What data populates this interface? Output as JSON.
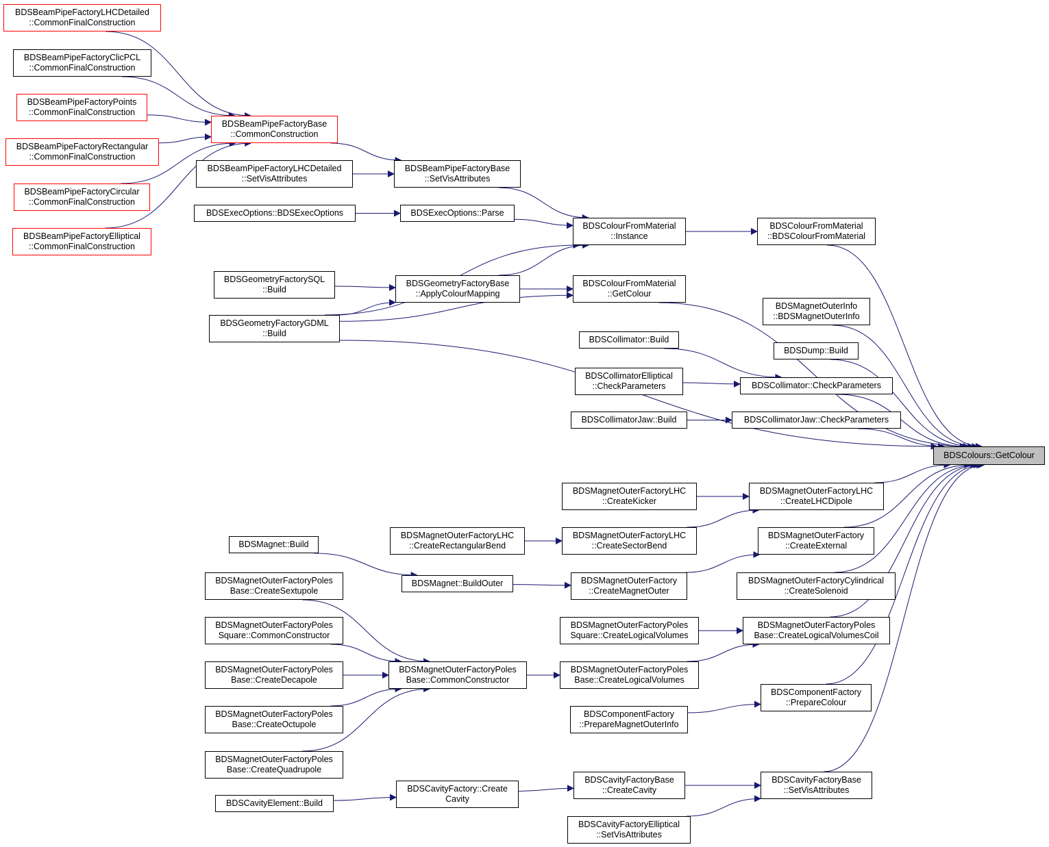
{
  "diagram": {
    "root": "GetColour",
    "colors": {
      "edge": "#191970",
      "node_border": "#000000",
      "truncated_node_border": "#ff0000",
      "root_fill": "#bfbfbf"
    },
    "nodes": {
      "lhcdet_cfc": {
        "lines": [
          "BDSBeamPipeFactoryLHCDetailed",
          "::CommonFinalConstruction"
        ]
      },
      "clicpcl_cfc": {
        "lines": [
          "BDSBeamPipeFactoryClicPCL",
          "::CommonFinalConstruction"
        ]
      },
      "points_cfc": {
        "lines": [
          "BDSBeamPipeFactoryPoints",
          "::CommonFinalConstruction"
        ]
      },
      "rect_cfc": {
        "lines": [
          "BDSBeamPipeFactoryRectangular",
          "::CommonFinalConstruction"
        ]
      },
      "circ_cfc": {
        "lines": [
          "BDSBeamPipeFactoryCircular",
          "::CommonFinalConstruction"
        ]
      },
      "ellip_cfc": {
        "lines": [
          "BDSBeamPipeFactoryElliptical",
          "::CommonFinalConstruction"
        ]
      },
      "bpbase_cc": {
        "lines": [
          "BDSBeamPipeFactoryBase",
          "::CommonConstruction"
        ]
      },
      "lhcdet_sva": {
        "lines": [
          "BDSBeamPipeFactoryLHCDetailed",
          "::SetVisAttributes"
        ]
      },
      "bpbase_sva": {
        "lines": [
          "BDSBeamPipeFactoryBase",
          "::SetVisAttributes"
        ]
      },
      "execopt_ctor": {
        "lines": [
          "BDSExecOptions::BDSExecOptions"
        ]
      },
      "execopt_parse": {
        "lines": [
          "BDSExecOptions::Parse"
        ]
      },
      "cfm_instance": {
        "lines": [
          "BDSColourFromMaterial",
          "::Instance"
        ]
      },
      "cfm_ctor": {
        "lines": [
          "BDSColourFromMaterial",
          "::BDSColourFromMaterial"
        ]
      },
      "geosql_build": {
        "lines": [
          "BDSGeometryFactorySQL",
          "::Build"
        ]
      },
      "geobase_acm": {
        "lines": [
          "BDSGeometryFactoryBase",
          "::ApplyColourMapping"
        ]
      },
      "cfm_getcolour": {
        "lines": [
          "BDSColourFromMaterial",
          "::GetColour"
        ]
      },
      "gdml_build": {
        "lines": [
          "BDSGeometryFactoryGDML",
          "::Build"
        ]
      },
      "moi_ctor": {
        "lines": [
          "BDSMagnetOuterInfo",
          "::BDSMagnetOuterInfo"
        ]
      },
      "coll_build": {
        "lines": [
          "BDSCollimator::Build"
        ]
      },
      "dump_build": {
        "lines": [
          "BDSDump::Build"
        ]
      },
      "collell_cp": {
        "lines": [
          "BDSCollimatorElliptical",
          "::CheckParameters"
        ]
      },
      "coll_cp": {
        "lines": [
          "BDSCollimator::CheckParameters"
        ]
      },
      "colljaw_build": {
        "lines": [
          "BDSCollimatorJaw::Build"
        ]
      },
      "colljaw_cp": {
        "lines": [
          "BDSCollimatorJaw::CheckParameters"
        ]
      },
      "getcolour": {
        "lines": [
          "BDSColours::GetColour"
        ]
      },
      "molhc_kicker": {
        "lines": [
          "BDSMagnetOuterFactoryLHC",
          "::CreateKicker"
        ]
      },
      "molhc_dipole": {
        "lines": [
          "BDSMagnetOuterFactoryLHC",
          "::CreateLHCDipole"
        ]
      },
      "molhc_rbend": {
        "lines": [
          "BDSMagnetOuterFactoryLHC",
          "::CreateRectangularBend"
        ]
      },
      "molhc_sbend": {
        "lines": [
          "BDSMagnetOuterFactoryLHC",
          "::CreateSectorBend"
        ]
      },
      "mof_external": {
        "lines": [
          "BDSMagnetOuterFactory",
          "::CreateExternal"
        ]
      },
      "magnet_build": {
        "lines": [
          "BDSMagnet::Build"
        ]
      },
      "magnet_bouter": {
        "lines": [
          "BDSMagnet::BuildOuter"
        ]
      },
      "mof_cmo": {
        "lines": [
          "BDSMagnetOuterFactory",
          "::CreateMagnetOuter"
        ]
      },
      "mocyl_sol": {
        "lines": [
          "BDSMagnetOuterFactoryCylindrical",
          "::CreateSolenoid"
        ]
      },
      "mpb_sext": {
        "lines": [
          "BDSMagnetOuterFactoryPoles",
          "Base::CreateSextupole"
        ]
      },
      "mps_cc": {
        "lines": [
          "BDSMagnetOuterFactoryPoles",
          "Square::CommonConstructor"
        ]
      },
      "mps_clv": {
        "lines": [
          "BDSMagnetOuterFactoryPoles",
          "Square::CreateLogicalVolumes"
        ]
      },
      "mpb_clvc": {
        "lines": [
          "BDSMagnetOuterFactoryPoles",
          "Base::CreateLogicalVolumesCoil"
        ]
      },
      "mpb_dec": {
        "lines": [
          "BDSMagnetOuterFactoryPoles",
          "Base::CreateDecapole"
        ]
      },
      "mpb_cc": {
        "lines": [
          "BDSMagnetOuterFactoryPoles",
          "Base::CommonConstructor"
        ]
      },
      "mpb_clv": {
        "lines": [
          "BDSMagnetOuterFactoryPoles",
          "Base::CreateLogicalVolumes"
        ]
      },
      "mpb_oct": {
        "lines": [
          "BDSMagnetOuterFactoryPoles",
          "Base::CreateOctupole"
        ]
      },
      "compf_pmoi": {
        "lines": [
          "BDSComponentFactory",
          "::PrepareMagnetOuterInfo"
        ]
      },
      "compf_pc": {
        "lines": [
          "BDSComponentFactory",
          "::PrepareColour"
        ]
      },
      "mpb_quad": {
        "lines": [
          "BDSMagnetOuterFactoryPoles",
          "Base::CreateQuadrupole"
        ]
      },
      "cavf_cc": {
        "lines": [
          "BDSCavityFactory::Create",
          "Cavity"
        ]
      },
      "cavel_build": {
        "lines": [
          "BDSCavityElement::Build"
        ]
      },
      "cavfb_cc": {
        "lines": [
          "BDSCavityFactoryBase",
          "::CreateCavity"
        ]
      },
      "cavfb_sva": {
        "lines": [
          "BDSCavityFactoryBase",
          "::SetVisAttributes"
        ]
      },
      "cavfe_sva": {
        "lines": [
          "BDSCavityFactoryElliptical",
          "::SetVisAttributes"
        ]
      }
    },
    "edges": [
      [
        "lhcdet_cfc",
        "bpbase_cc"
      ],
      [
        "clicpcl_cfc",
        "bpbase_cc"
      ],
      [
        "points_cfc",
        "bpbase_cc"
      ],
      [
        "rect_cfc",
        "bpbase_cc"
      ],
      [
        "circ_cfc",
        "bpbase_cc"
      ],
      [
        "ellip_cfc",
        "bpbase_cc"
      ],
      [
        "bpbase_cc",
        "bpbase_sva"
      ],
      [
        "lhcdet_sva",
        "bpbase_sva"
      ],
      [
        "bpbase_sva",
        "cfm_instance"
      ],
      [
        "execopt_ctor",
        "execopt_parse"
      ],
      [
        "execopt_parse",
        "cfm_instance"
      ],
      [
        "gdml_build",
        "cfm_instance"
      ],
      [
        "geobase_acm",
        "cfm_instance"
      ],
      [
        "cfm_instance",
        "cfm_ctor"
      ],
      [
        "geosql_build",
        "geobase_acm"
      ],
      [
        "gdml_build",
        "geobase_acm"
      ],
      [
        "geobase_acm",
        "cfm_getcolour"
      ],
      [
        "gdml_build",
        "cfm_getcolour"
      ],
      [
        "cfm_ctor",
        "getcolour"
      ],
      [
        "cfm_getcolour",
        "getcolour"
      ],
      [
        "moi_ctor",
        "getcolour"
      ],
      [
        "dump_build",
        "getcolour"
      ],
      [
        "coll_build",
        "coll_cp"
      ],
      [
        "collell_cp",
        "coll_cp"
      ],
      [
        "coll_cp",
        "getcolour"
      ],
      [
        "colljaw_build",
        "colljaw_cp"
      ],
      [
        "colljaw_cp",
        "getcolour"
      ],
      [
        "gdml_build",
        "getcolour"
      ],
      [
        "molhc_kicker",
        "molhc_dipole"
      ],
      [
        "molhc_sbend",
        "molhc_dipole"
      ],
      [
        "molhc_dipole",
        "getcolour"
      ],
      [
        "molhc_rbend",
        "molhc_sbend"
      ],
      [
        "mof_cmo",
        "mof_external"
      ],
      [
        "mof_external",
        "getcolour"
      ],
      [
        "magnet_build",
        "magnet_bouter"
      ],
      [
        "magnet_bouter",
        "mof_cmo"
      ],
      [
        "mocyl_sol",
        "getcolour"
      ],
      [
        "mpb_sext",
        "mpb_cc"
      ],
      [
        "mps_cc",
        "mpb_cc"
      ],
      [
        "mpb_dec",
        "mpb_cc"
      ],
      [
        "mpb_oct",
        "mpb_cc"
      ],
      [
        "mpb_quad",
        "mpb_cc"
      ],
      [
        "mpb_cc",
        "mpb_clv"
      ],
      [
        "mpb_clv",
        "mpb_clvc"
      ],
      [
        "mps_clv",
        "mpb_clvc"
      ],
      [
        "mpb_clvc",
        "getcolour"
      ],
      [
        "compf_pmoi",
        "compf_pc"
      ],
      [
        "compf_pc",
        "getcolour"
      ],
      [
        "cavel_build",
        "cavf_cc"
      ],
      [
        "cavf_cc",
        "cavfb_cc"
      ],
      [
        "cavfb_cc",
        "cavfb_sva"
      ],
      [
        "cavfe_sva",
        "cavfb_sva"
      ],
      [
        "cavfb_sva",
        "getcolour"
      ]
    ]
  }
}
